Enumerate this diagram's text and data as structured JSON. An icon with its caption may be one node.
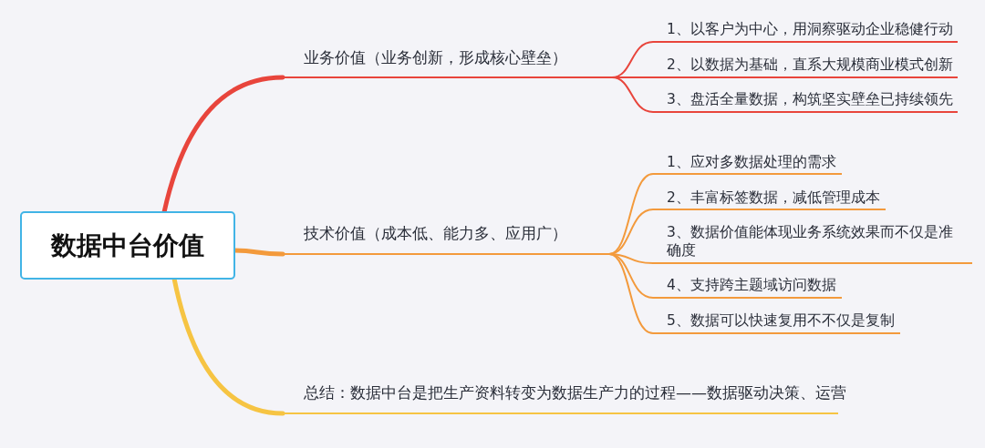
{
  "diagram": {
    "nodes": [
      {
        "text": [
          "数据中台价值"
        ]
      },
      {
        "text": [
          "业务价值（业务创新，形成核心壁垒）"
        ]
      },
      {
        "text": [
          "1、以客户为中心，用洞察驱动企业稳健行动"
        ]
      },
      {
        "text": [
          "2、以数据为基础，直系大规模商业模式创新"
        ]
      },
      {
        "text": [
          "3、盘活全量数据，构筑坚实壁垒已持续领先"
        ]
      },
      {
        "text": [
          "技术价值（成本低、能力多、应用广）"
        ]
      },
      {
        "text": [
          "1、应对多数据处理的需求"
        ]
      },
      {
        "text": [
          "2、丰富标签数据，减低管理成本"
        ]
      },
      {
        "text": [
          "3、数据价值能体现业务系统效果而不仅是准确度"
        ]
      },
      {
        "text": [
          "4、支持跨主题域访问数据"
        ]
      },
      {
        "text": [
          "5、数据可以快速复用不不仅是复制"
        ]
      },
      {
        "text": [
          "总结：数据中台是把生产资料转变为数据生产力的过程——数据驱动决策、运营"
        ]
      }
    ],
    "edges": [
      {
        "from": 0,
        "to": 1,
        "arrow": "none",
        "style": "thick",
        "color": "#e8453c"
      },
      {
        "from": 0,
        "to": 5,
        "arrow": "none",
        "style": "thick"
      },
      {
        "from": 0,
        "to": 11,
        "arrow": "none",
        "style": "thick",
        "color": "#f6c443"
      },
      {
        "from": 1,
        "to": 2,
        "arrow": "none",
        "color": "#e8453c"
      },
      {
        "from": 1,
        "to": 3,
        "arrow": "none",
        "color": "#e8453c"
      },
      {
        "from": 1,
        "to": 4,
        "arrow": "none",
        "color": "#e8453c"
      },
      {
        "from": 5,
        "to": 6,
        "arrow": "none"
      },
      {
        "from": 5,
        "to": 7,
        "arrow": "none"
      },
      {
        "from": 5,
        "to": 8,
        "arrow": "none"
      },
      {
        "from": 5,
        "to": 9,
        "arrow": "none"
      },
      {
        "from": 5,
        "to": 10,
        "arrow": "none"
      }
    ]
  }
}
